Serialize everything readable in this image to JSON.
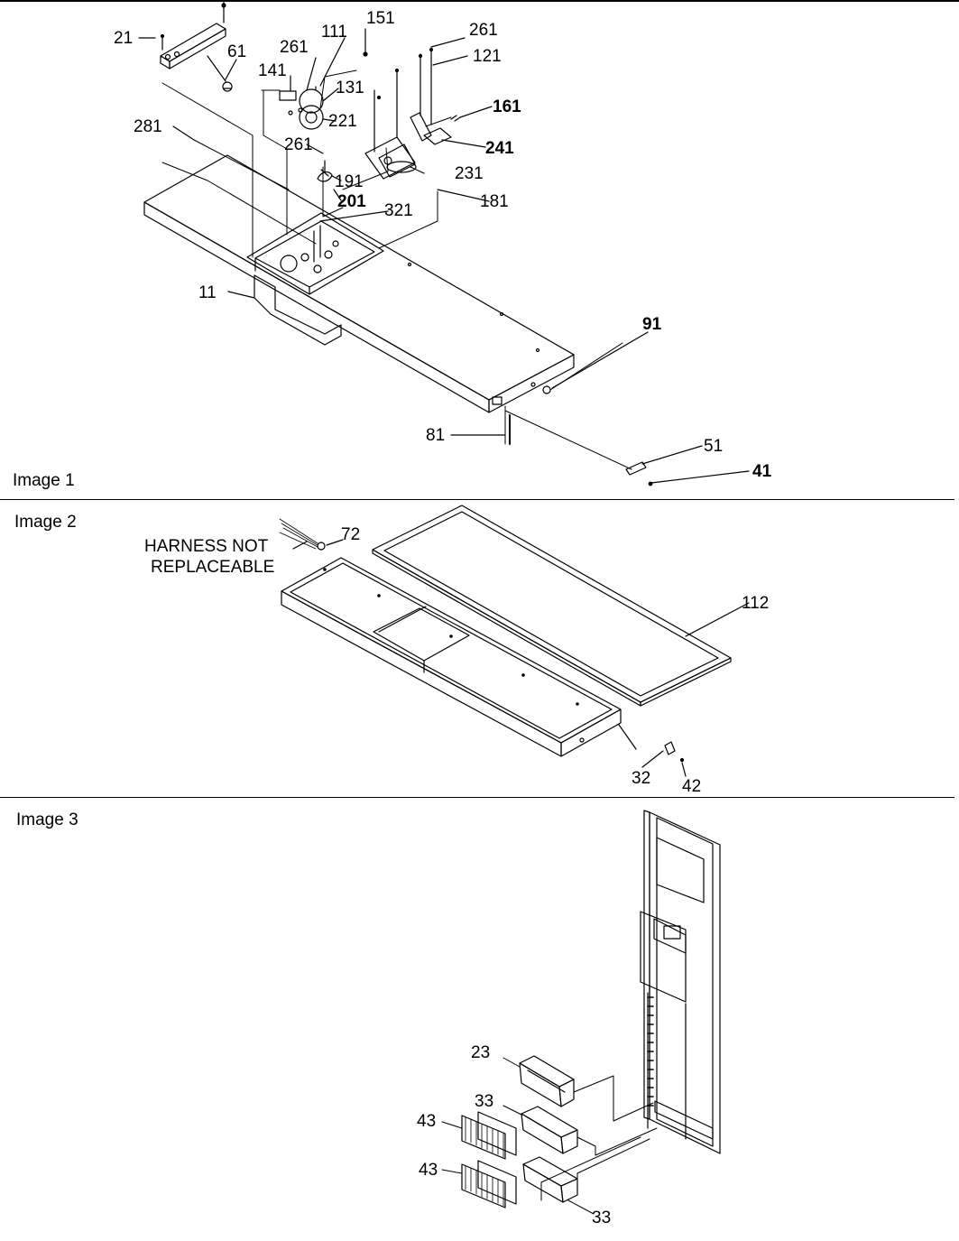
{
  "images": [
    {
      "label": "Image 1",
      "callouts": [
        {
          "text": "21"
        },
        {
          "text": "61"
        },
        {
          "text": "261"
        },
        {
          "text": "111"
        },
        {
          "text": "151"
        },
        {
          "text": "261"
        },
        {
          "text": "121"
        },
        {
          "text": "141"
        },
        {
          "text": "131"
        },
        {
          "text": "221"
        },
        {
          "text": "161"
        },
        {
          "text": "281"
        },
        {
          "text": "261"
        },
        {
          "text": "241"
        },
        {
          "text": "191"
        },
        {
          "text": "231"
        },
        {
          "text": "201"
        },
        {
          "text": "181"
        },
        {
          "text": "321"
        },
        {
          "text": "11"
        },
        {
          "text": "91"
        },
        {
          "text": "81"
        },
        {
          "text": "51"
        },
        {
          "text": "41"
        }
      ]
    },
    {
      "label": "Image 2",
      "note_line1": "HARNESS NOT",
      "note_line2": "REPLACEABLE",
      "callouts": [
        {
          "text": "72"
        },
        {
          "text": "112"
        },
        {
          "text": "32"
        },
        {
          "text": "42"
        }
      ]
    },
    {
      "label": "Image 3",
      "callouts": [
        {
          "text": "23"
        },
        {
          "text": "33"
        },
        {
          "text": "43"
        },
        {
          "text": "43"
        },
        {
          "text": "33"
        }
      ]
    }
  ]
}
